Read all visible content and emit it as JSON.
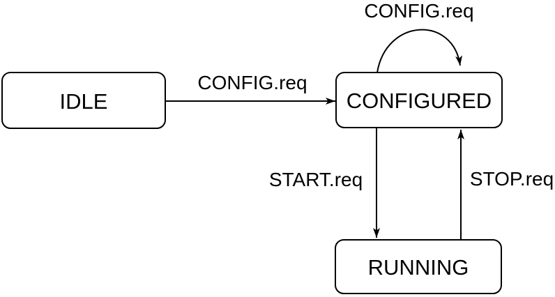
{
  "diagram": {
    "type": "state-machine",
    "colors": {
      "background": "#ffffff",
      "node_fill": "#ffffff",
      "stroke": "#000000",
      "text": "#000000"
    },
    "states": [
      {
        "id": "idle",
        "label": "IDLE"
      },
      {
        "id": "configured",
        "label": "CONFIGURED"
      },
      {
        "id": "running",
        "label": "RUNNING"
      }
    ],
    "transitions": [
      {
        "from": "idle",
        "to": "configured",
        "label": "CONFIG.req"
      },
      {
        "from": "configured",
        "to": "configured",
        "label": "CONFIG.req"
      },
      {
        "from": "configured",
        "to": "running",
        "label": "START.req"
      },
      {
        "from": "running",
        "to": "configured",
        "label": "STOP.req"
      }
    ]
  }
}
